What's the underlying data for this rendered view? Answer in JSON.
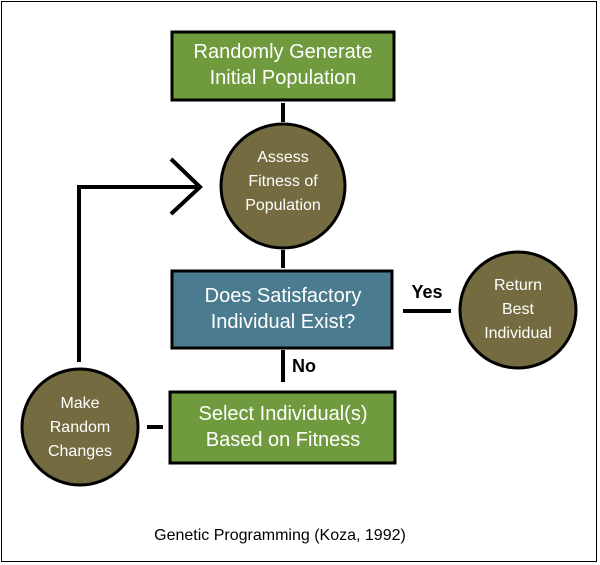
{
  "nodes": {
    "generate": {
      "lines": [
        "Randomly Generate",
        "Initial Population"
      ],
      "fill": "#6f9a3d",
      "stroke": "#000000"
    },
    "assess": {
      "lines": [
        "Assess",
        "Fitness of",
        "Population"
      ],
      "fill": "#746c40",
      "stroke": "#000000"
    },
    "decision": {
      "lines": [
        "Does Satisfactory",
        "Individual Exist?"
      ],
      "fill": "#4a7b8e",
      "stroke": "#000000"
    },
    "return": {
      "lines": [
        "Return",
        "Best",
        "Individual"
      ],
      "fill": "#746c40",
      "stroke": "#000000"
    },
    "select": {
      "lines": [
        "Select Individual(s)",
        "Based on Fitness"
      ],
      "fill": "#6f9a3d",
      "stroke": "#000000"
    },
    "mutate": {
      "lines": [
        "Make",
        "Random",
        "Changes"
      ],
      "fill": "#746c40",
      "stroke": "#000000"
    }
  },
  "edges": {
    "yes_label": "Yes",
    "no_label": "No"
  },
  "caption": "Genetic Programming (Koza, 1992)"
}
